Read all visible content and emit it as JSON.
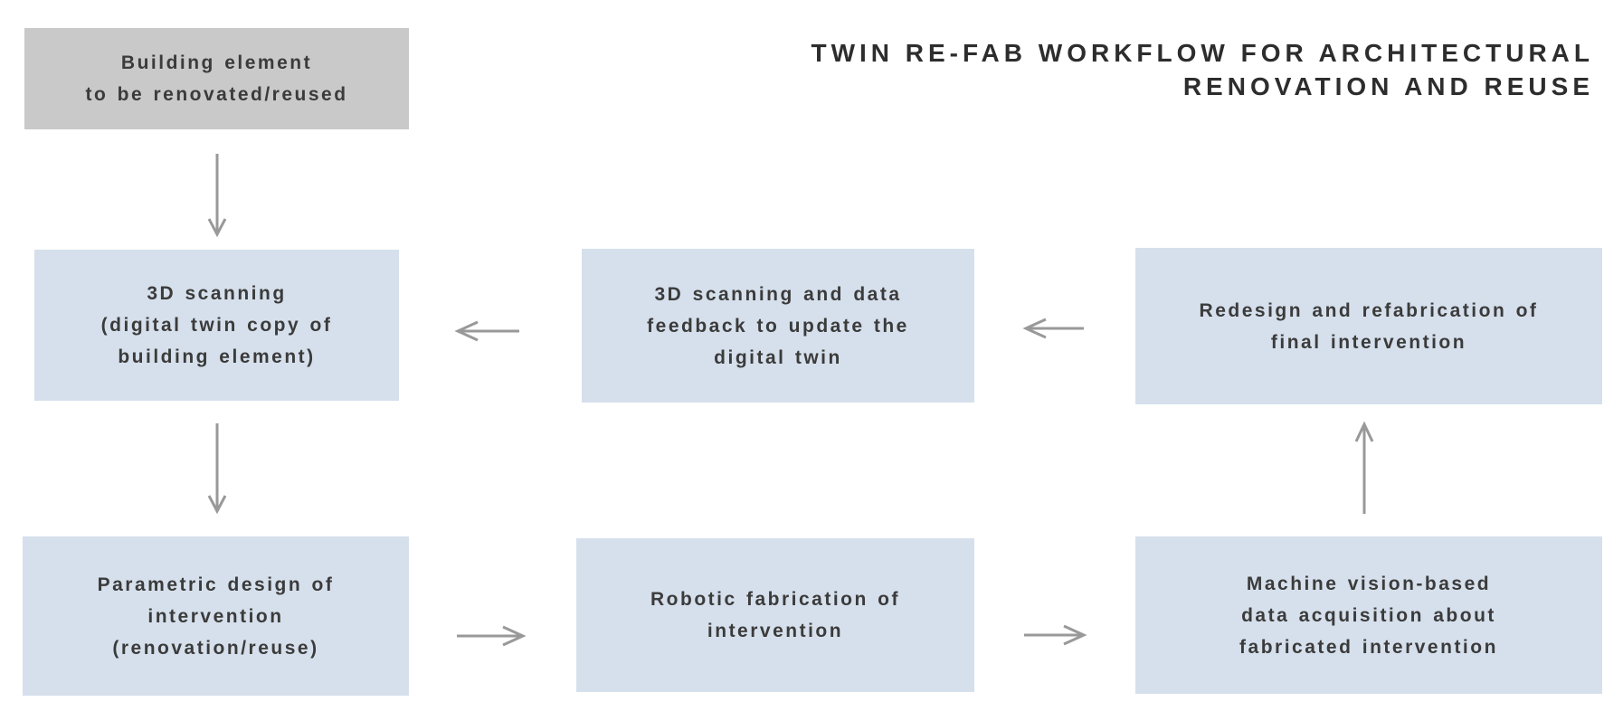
{
  "title": "TWIN RE-FAB WORKFLOW FOR ARCHITECTURAL\nRENOVATION AND REUSE",
  "palette": {
    "node_fill_blue": "#d6e0ec",
    "node_fill_gray": "#c9c9c9",
    "arrow_color": "#999999",
    "node_text_color": "#3b3b3b",
    "title_text_color": "#2d2d2d"
  },
  "nodes": [
    {
      "id": "building-element",
      "variant": "gray",
      "label": "Building element\nto be renovated/reused"
    },
    {
      "id": "3d-scanning-digital-twin",
      "variant": "blue",
      "label": "3D scanning\n(digital twin copy of\nbuilding element)"
    },
    {
      "id": "scanning-data-feedback",
      "variant": "blue",
      "label": "3D scanning and data\nfeedback to update the\ndigital twin"
    },
    {
      "id": "redesign-refabrication",
      "variant": "blue",
      "label": "Redesign and refabrication of\nfinal intervention"
    },
    {
      "id": "parametric-design",
      "variant": "blue",
      "label": "Parametric design of\nintervention\n(renovation/reuse)"
    },
    {
      "id": "robotic-fabrication",
      "variant": "blue",
      "label": "Robotic fabrication of\nintervention"
    },
    {
      "id": "machine-vision-data",
      "variant": "blue",
      "label": "Machine vision-based\ndata acquisition about\nfabricated intervention"
    }
  ],
  "connections": [
    {
      "from": "building-element",
      "to": "3d-scanning-digital-twin",
      "direction": "down"
    },
    {
      "from": "3d-scanning-digital-twin",
      "to": "parametric-design",
      "direction": "down"
    },
    {
      "from": "scanning-data-feedback",
      "to": "3d-scanning-digital-twin",
      "direction": "left"
    },
    {
      "from": "redesign-refabrication",
      "to": "scanning-data-feedback",
      "direction": "left"
    },
    {
      "from": "parametric-design",
      "to": "robotic-fabrication",
      "direction": "right"
    },
    {
      "from": "robotic-fabrication",
      "to": "machine-vision-data",
      "direction": "right"
    },
    {
      "from": "machine-vision-data",
      "to": "redesign-refabrication",
      "direction": "up"
    }
  ]
}
